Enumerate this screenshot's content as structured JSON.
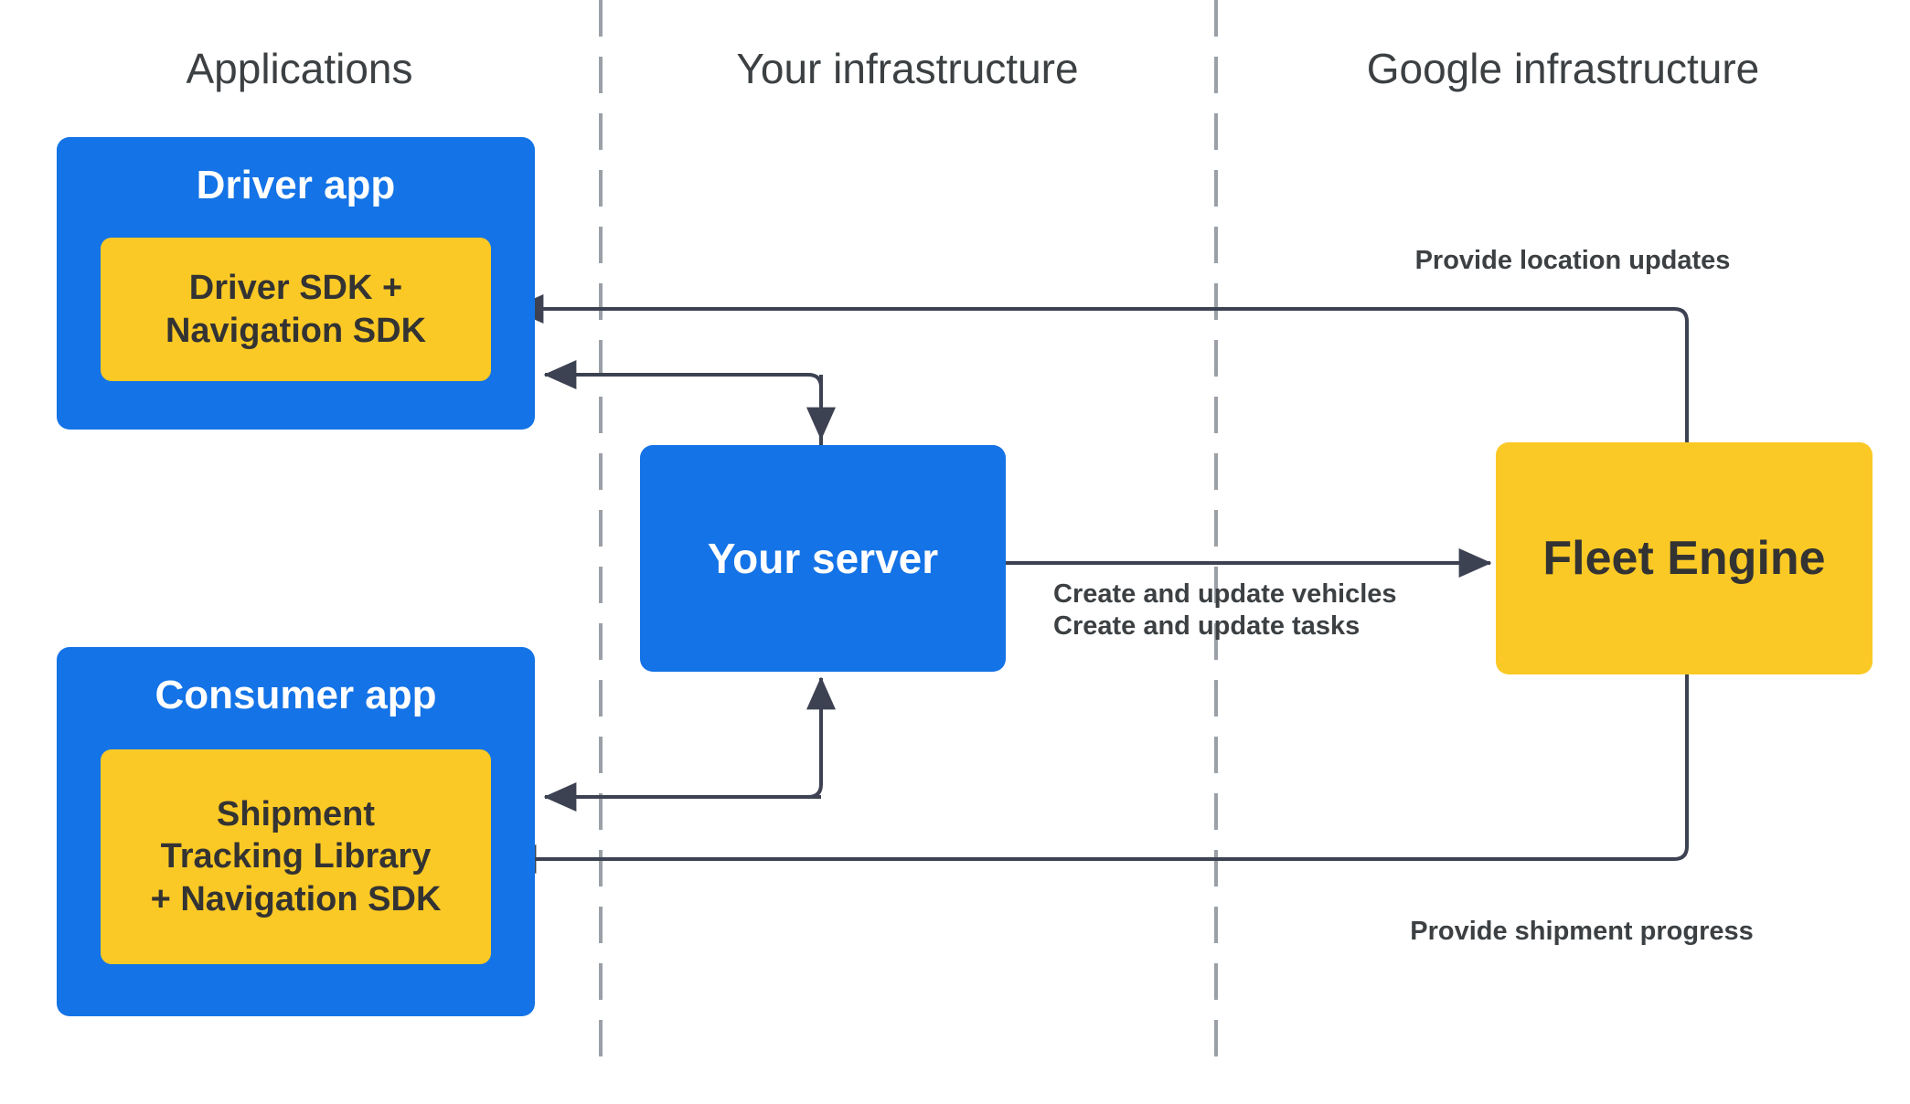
{
  "columns": [
    {
      "label": "Applications"
    },
    {
      "label": "Your infrastructure"
    },
    {
      "label": "Google infrastructure"
    }
  ],
  "nodes": {
    "driver_app": {
      "title": "Driver app",
      "sdk_line1": "Driver SDK +",
      "sdk_line2": "Navigation SDK"
    },
    "consumer_app": {
      "title": "Consumer app",
      "sdk_line1": "Shipment",
      "sdk_line2": "Tracking Library",
      "sdk_line3": "+ Navigation SDK"
    },
    "your_server": {
      "title": "Your server"
    },
    "fleet_engine": {
      "title": "Fleet Engine"
    }
  },
  "edges": {
    "location_updates": {
      "label": "Provide location updates"
    },
    "create_update": {
      "line1": "Create and update vehicles",
      "line2": "Create and update tasks"
    },
    "shipment_progress": {
      "label": "Provide shipment progress"
    }
  },
  "colors": {
    "blue": "#1473E6",
    "yellow": "#FBC925",
    "text_dark": "#333333",
    "header_text": "#3C4043",
    "divider": "#9AA0A6",
    "arrow": "#3C4252",
    "background": "#FFFFFF"
  }
}
